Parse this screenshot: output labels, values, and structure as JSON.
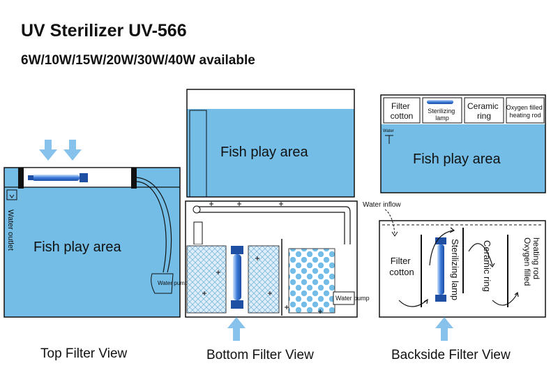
{
  "title": "UV Sterilizer UV-566",
  "subtitle": "6W/10W/15W/20W/30W/40W available",
  "colors": {
    "water": "#73bde6",
    "lamp": "#2f6fc9",
    "arrow": "#86c2ec",
    "outline": "#111111"
  },
  "top_view": {
    "caption": "Top Filter View",
    "fish_area": "Fish play area",
    "water_outlet": "Water outlet",
    "water_pump": "Water pump"
  },
  "bottom_view": {
    "caption": "Bottom Filter View",
    "fish_area": "Fish play area",
    "water_pump": "Water pump"
  },
  "back_view": {
    "caption": "Backside Filter View",
    "fish_area": "Fish play area",
    "water_inflow": "Water inflow",
    "water_small": "Water",
    "top_labels": {
      "filter_cotton": [
        "Filter",
        "cotton"
      ],
      "sterilizing_lamp": [
        "Sterilizing",
        "lamp"
      ],
      "ceramic_ring": [
        "Ceramic",
        "ring"
      ],
      "oxygen_rod": [
        "Oxygen filled",
        "heating rod"
      ]
    },
    "filter_cotton": [
      "Filter",
      "cotton"
    ],
    "sterilizing_lamp": "Sterilizing lamp",
    "ceramic_ring": "Ceramic ring",
    "oxygen_rod": [
      "Oxygen filled",
      "heating rod"
    ]
  }
}
